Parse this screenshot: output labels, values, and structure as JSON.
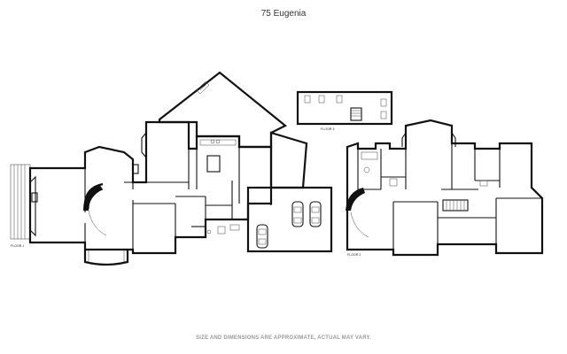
{
  "title": "75 Eugenia",
  "disclaimer": "SIZE AND DIMENSIONS ARE APPROXIMATE, ACTUAL MAY VARY.",
  "floors": {
    "floor1": "FLOOR 1",
    "floor2": "FLOOR 2",
    "floor3": "FLOOR 3"
  }
}
